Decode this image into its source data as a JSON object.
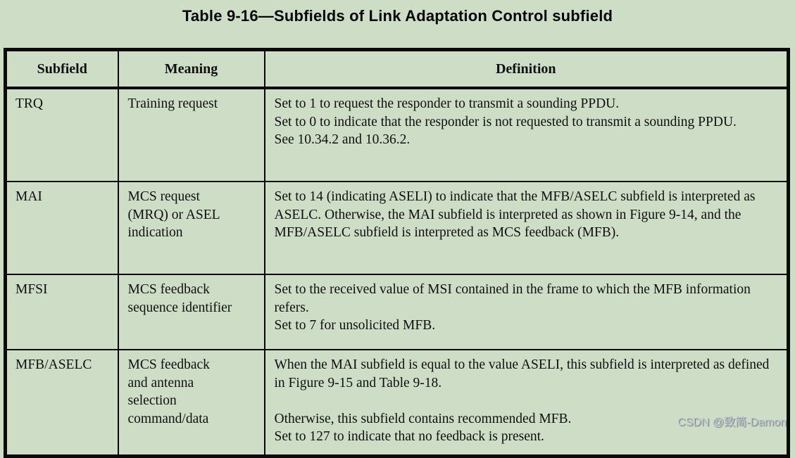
{
  "page": {
    "title": "Table 9-16—Subfields of Link Adaptation Control subfield",
    "background_color": "#cedec6",
    "text_color": "#0f0f0f",
    "border_color": "#0a0a0a",
    "watermark": "CSDN @致简-Damon"
  },
  "table": {
    "columns": [
      "Subfield",
      "Meaning",
      "Definition"
    ],
    "rows": [
      {
        "subfield": "TRQ",
        "meaning": [
          "Training request"
        ],
        "definition": [
          "Set to 1 to request the responder to transmit a sounding PPDU.",
          "Set to 0 to indicate that the responder is not requested to transmit a sounding PPDU.",
          "See 10.34.2 and 10.36.2."
        ]
      },
      {
        "subfield": "MAI",
        "meaning": [
          "MCS request",
          "(MRQ) or ASEL",
          "indication"
        ],
        "definition": [
          "Set to 14 (indicating ASELI) to indicate that the MFB/ASELC subfield is interpreted as ASELC. Otherwise, the MAI subfield is interpreted as shown in Figure 9-14, and the MFB/ASELC subfield is interpreted as MCS feedback (MFB)."
        ]
      },
      {
        "subfield": "MFSI",
        "meaning": [
          "MCS feedback",
          "sequence identifier"
        ],
        "definition": [
          "Set to the received value of MSI contained in the frame to which the MFB information refers.",
          "Set to 7 for unsolicited MFB."
        ]
      },
      {
        "subfield": "MFB/ASELC",
        "meaning": [
          "MCS feedback",
          "and antenna",
          "selection",
          "command/data"
        ],
        "definition": [
          "When the MAI subfield is equal to the value ASELI, this subfield is interpreted as defined in Figure 9-15 and Table 9-18.",
          "",
          "Otherwise, this subfield contains recommended MFB.",
          "Set to 127 to indicate that no feedback is present."
        ]
      }
    ]
  }
}
